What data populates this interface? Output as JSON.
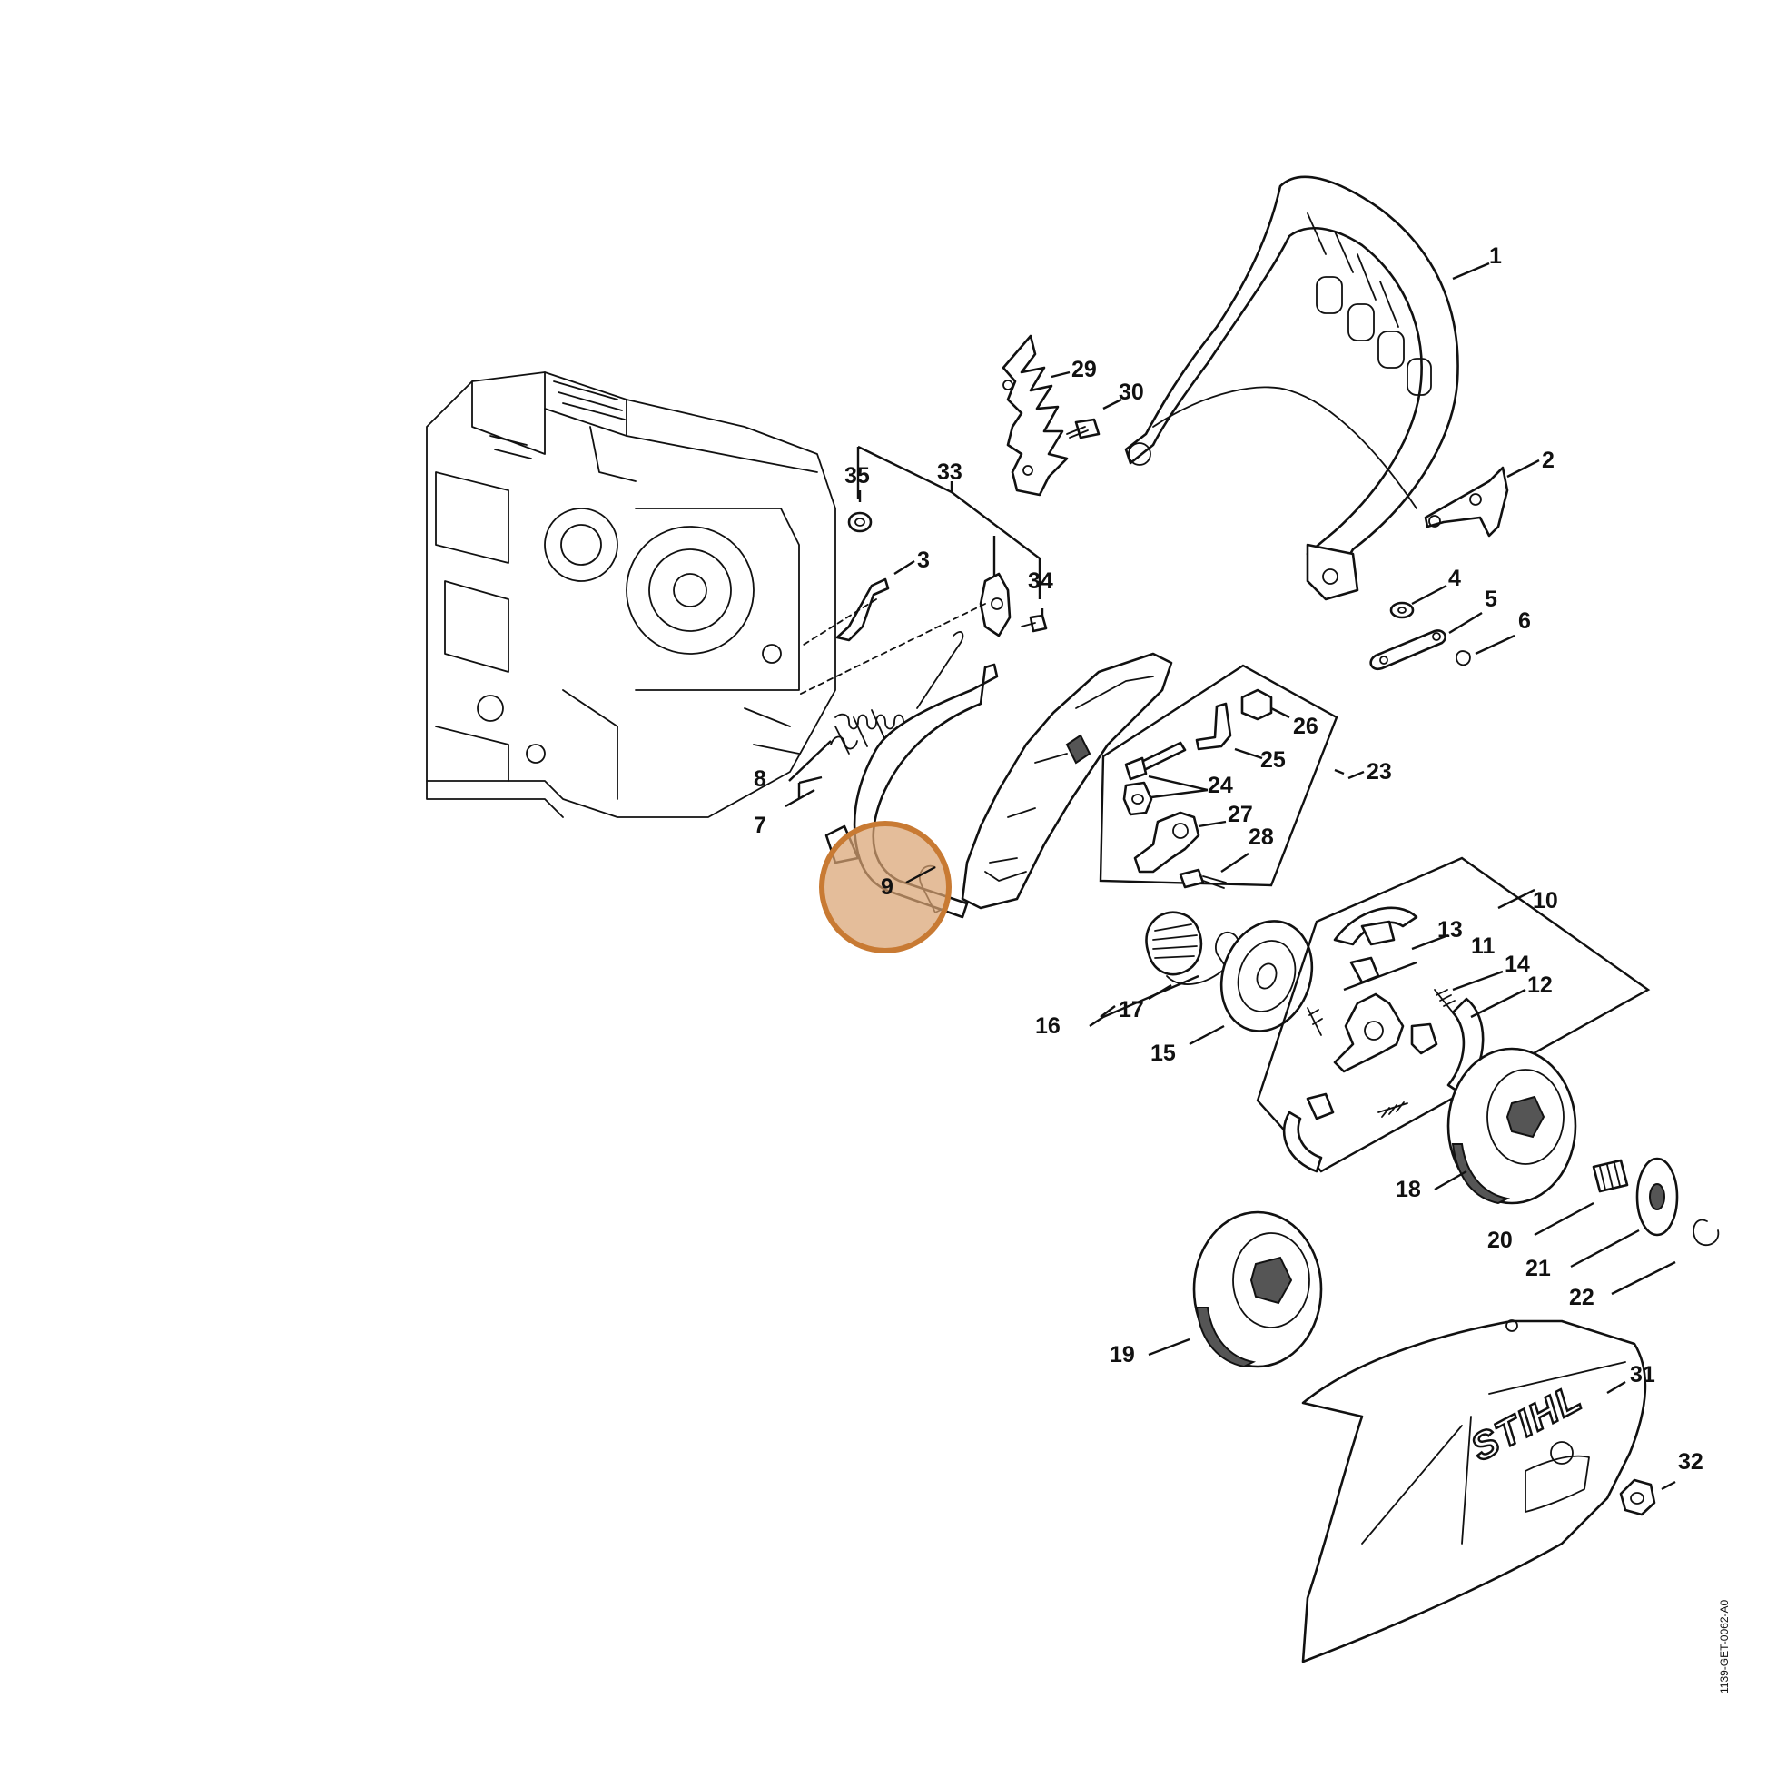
{
  "callouts": {
    "n1": "1",
    "n2": "2",
    "n3": "3",
    "n4": "4",
    "n5": "5",
    "n6": "6",
    "n7": "7",
    "n8": "8",
    "n9": "9",
    "n10": "10",
    "n11": "11",
    "n12": "12",
    "n13": "13",
    "n14": "14",
    "n15": "15",
    "n16": "16",
    "n17": "17",
    "n18": "18",
    "n19": "19",
    "n20": "20",
    "n21": "21",
    "n22": "22",
    "n23": "23",
    "n24": "24",
    "n25": "25",
    "n26": "26",
    "n27": "27",
    "n28": "28",
    "n29": "29",
    "n30": "30",
    "n31": "31",
    "n32": "32",
    "n33": "33",
    "n34": "34",
    "n35": "35"
  },
  "highlight": {
    "part": "9",
    "color": "#d9a473",
    "stroke": "#c87a33"
  },
  "logo_text": "STIHL",
  "document_id": "1139-GET-0062-A0"
}
